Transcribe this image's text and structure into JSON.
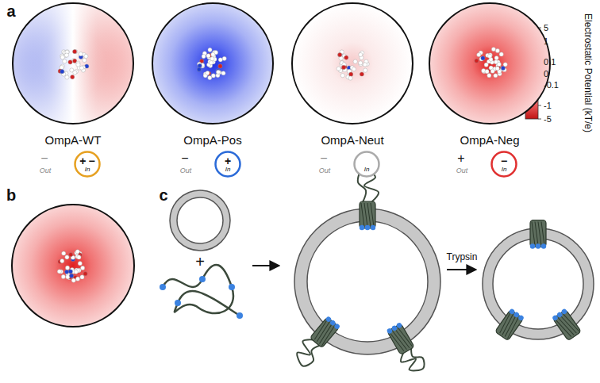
{
  "diagram": {
    "nodes": [
      {
        "text": [
          "OmpA-WT"
        ]
      },
      {
        "text": [
          "OmpA-Pos"
        ]
      },
      {
        "text": [
          "OmpA-Neut"
        ]
      },
      {
        "text": [
          "OmpA-Neg"
        ]
      },
      {
        "text": [
          "+",
          "−",
          "In"
        ]
      },
      {
        "text": [
          "+",
          "In"
        ]
      },
      {
        "text": [
          "In"
        ]
      },
      {
        "text": [
          "−",
          "In"
        ]
      }
    ],
    "labels": [
      "a",
      "5",
      "1",
      "0.1",
      "0",
      "-0.1",
      "-1",
      "-5",
      "Electrostatic Potential (kT/e)",
      "−",
      "Out",
      "−",
      "Out",
      "−",
      "Out",
      "+",
      "Out",
      "b",
      "c",
      "+",
      "Trypsin"
    ]
  }
}
